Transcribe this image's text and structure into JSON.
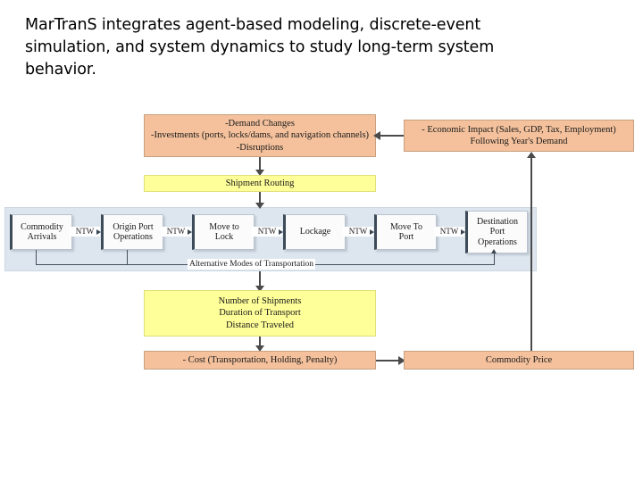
{
  "slide": {
    "headline": "MarTranS integrates agent-based modeling, discrete-event simulation, and system dynamics to study long-term system behavior."
  },
  "colors": {
    "orange_fill": "#f4c19c",
    "yellow_fill": "#ffff99",
    "panel_fill": "#dde6ef",
    "process_fill": "#fbfbfb",
    "process_left_edge": "#3d4a57",
    "connector": "#4a4a4a",
    "text": "#1a1a1a",
    "background": "#ffffff"
  },
  "diagram": {
    "inputs_box": {
      "lines": [
        "-Demand Changes",
        "-Investments (ports, locks/dams, and navigation channels)",
        "-Disruptions"
      ]
    },
    "economic_impact_box": {
      "lines": [
        "- Economic Impact (Sales, GDP, Tax, Employment)",
        "Following Year's Demand"
      ]
    },
    "shipment_routing_box": {
      "lines": [
        "Shipment Routing"
      ]
    },
    "metrics_box": {
      "lines": [
        "Number of Shipments",
        "Duration of Transport",
        "Distance Traveled"
      ]
    },
    "cost_box": {
      "lines": [
        "- Cost (Transportation, Holding, Penalty)"
      ]
    },
    "commodity_price_box": {
      "lines": [
        "Commodity Price"
      ]
    },
    "alternative_modes_label": "Alternative Modes of Transportation",
    "chain": {
      "nodes": [
        {
          "id": "commodity-arrivals",
          "lines": [
            "Commodity",
            "Arrivals"
          ]
        },
        {
          "id": "origin-port-operations",
          "lines": [
            "Origin Port",
            "Operations"
          ]
        },
        {
          "id": "move-to-lock",
          "lines": [
            "Move to",
            "Lock"
          ]
        },
        {
          "id": "lockage",
          "lines": [
            "Lockage"
          ]
        },
        {
          "id": "move-to-port",
          "lines": [
            "Move To",
            "Port"
          ]
        },
        {
          "id": "destination-port-operations",
          "lines": [
            "Destination",
            "Port",
            "Operations"
          ]
        }
      ],
      "connector_label": "NTW",
      "connector_count": 5
    }
  }
}
